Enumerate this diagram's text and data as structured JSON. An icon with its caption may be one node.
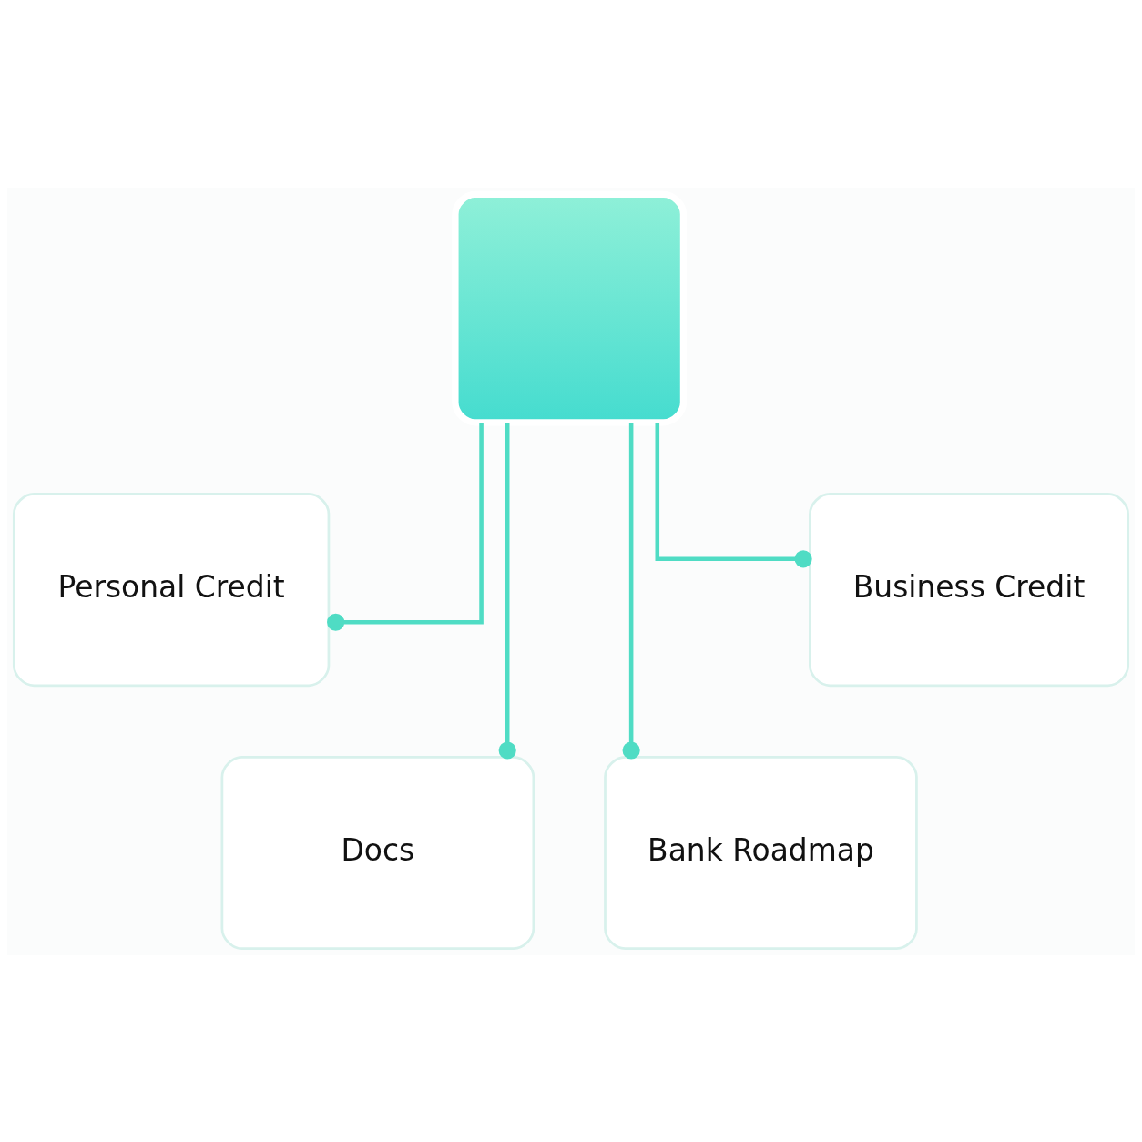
{
  "diagram": {
    "nodes": [
      {
        "text": [],
        "shape": "picture"
      },
      {
        "text": [
          "Personal Credit"
        ]
      },
      {
        "text": [
          "Business Credit"
        ]
      },
      {
        "text": [
          "Docs"
        ]
      },
      {
        "text": [
          "Bank Roadmap"
        ]
      }
    ],
    "edges": [
      {
        "from": 0,
        "to": 1,
        "arrow": "other"
      },
      {
        "from": 0,
        "to": 2,
        "arrow": "other"
      },
      {
        "from": 0,
        "to": 3,
        "arrow": "other"
      },
      {
        "from": 0,
        "to": 4,
        "arrow": "other"
      }
    ]
  }
}
